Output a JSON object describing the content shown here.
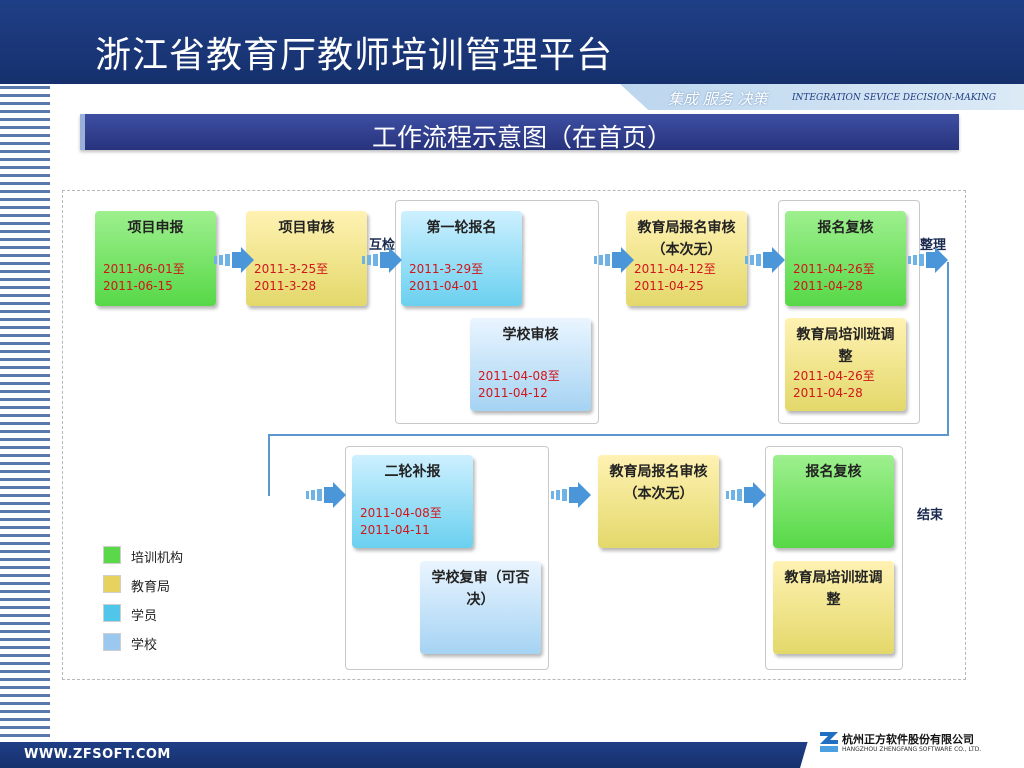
{
  "header": {
    "title": "浙江省教育厅教师培训管理平台",
    "slogan_cn": "集成 服务 决策",
    "slogan_en": "INTEGRATION SEVICE DECISION-MAKING"
  },
  "subtitle": "工作流程示意图（在首页）",
  "flow": {
    "nodes": [
      {
        "id": "n1",
        "title": "项目申报",
        "date": "2011-06-01至\n2011-06-15",
        "category": "green"
      },
      {
        "id": "n2",
        "title": "项目审核",
        "date": "2011-3-25至\n2011-3-28",
        "category": "yellow"
      },
      {
        "id": "n3",
        "title": "第一轮报名",
        "date": "2011-3-29至\n2011-04-01",
        "category": "blue"
      },
      {
        "id": "n4",
        "title": "学校审核",
        "date": "2011-04-08至\n2011-04-12",
        "category": "lblue"
      },
      {
        "id": "n5",
        "title": "教育局报名审核（本次无）",
        "date": "2011-04-12至\n2011-04-25",
        "category": "yellow"
      },
      {
        "id": "n6",
        "title": "报名复核",
        "date": "2011-04-26至\n2011-04-28",
        "category": "green"
      },
      {
        "id": "n7",
        "title": "教育局培训班调整",
        "date": "2011-04-26至\n2011-04-28",
        "category": "yellow"
      },
      {
        "id": "n8",
        "title": "二轮补报",
        "date": "2011-04-08至\n2011-04-11",
        "category": "blue"
      },
      {
        "id": "n9",
        "title": "学校复审（可否决）",
        "date": "",
        "category": "lblue"
      },
      {
        "id": "n10",
        "title": "教育局报名审核（本次无）",
        "date": "",
        "category": "yellow"
      },
      {
        "id": "n11",
        "title": "报名复核",
        "date": "",
        "category": "green"
      },
      {
        "id": "n12",
        "title": "教育局培训班调整",
        "date": "",
        "category": "yellow"
      }
    ],
    "labels": {
      "mutual_check": "互检",
      "organize": "整理",
      "end": "结束"
    }
  },
  "legend": [
    {
      "label": "培训机构",
      "color": "#5ad84a"
    },
    {
      "label": "教育局",
      "color": "#e6d35e"
    },
    {
      "label": "学员",
      "color": "#4fc6ea"
    },
    {
      "label": "学校",
      "color": "#9cc7ee"
    }
  ],
  "footer": {
    "url": "WWW.ZFSOFT.COM",
    "company_cn": "杭州正方软件股份有限公司",
    "company_en": "HANGZHOU ZHENGFANG SOFTWARE CO., LTD."
  }
}
